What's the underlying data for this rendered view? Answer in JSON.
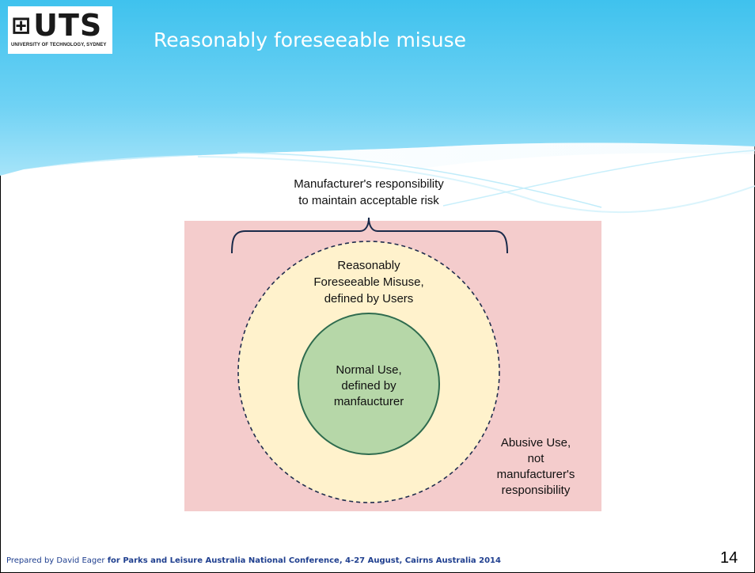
{
  "slide": {
    "title": "Reasonably foreseeable misuse",
    "page_number": "14"
  },
  "logo": {
    "wordmark": "UTS",
    "subtitle": "UNIVERSITY OF TECHNOLOGY, SYDNEY"
  },
  "diagram": {
    "responsibility_line1": "Manufacturer's responsibility",
    "responsibility_line2": "to maintain acceptable risk",
    "misuse_line1": "Reasonably",
    "misuse_line2": "Foreseeable Misuse,",
    "misuse_line3": "defined by Users",
    "normal_line1": "Normal Use,",
    "normal_line2": "defined by",
    "normal_line3": "manfaucturer",
    "abusive_line1": "Abusive Use,",
    "abusive_line2": "not",
    "abusive_line3": "manufacturer's",
    "abusive_line4": "responsibility",
    "colors": {
      "outer_box": "#f4cccc",
      "misuse_circle": "#fff2cc",
      "normal_circle": "#b6d7a8",
      "normal_stroke": "#2e6b4e",
      "dashed_stroke": "#1f2d4d"
    }
  },
  "footer": {
    "prefix": "Prepared by David Eager ",
    "bold": "for Parks and Leisure Australia National Conference, 4-27 August, Cairns Australia 2014"
  }
}
